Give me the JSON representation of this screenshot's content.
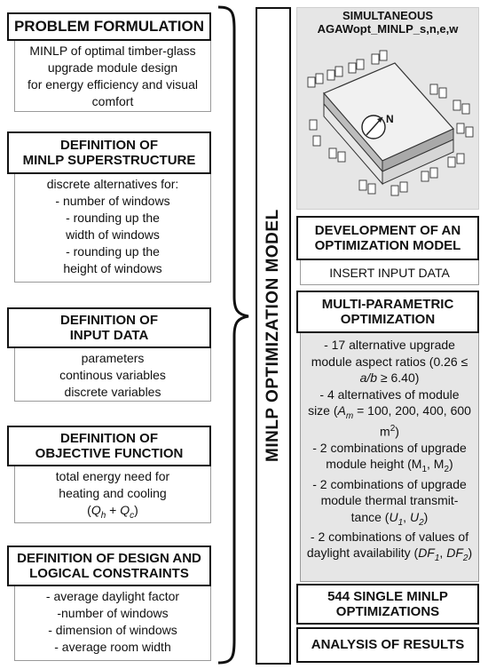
{
  "left_column": [
    {
      "title": "PROBLEM FORMULATION",
      "lines": [
        "MINLP of optimal timber-glass",
        "upgrade module design",
        "for energy efficiency and visual",
        "comfort"
      ]
    },
    {
      "title_lines": [
        "DEFINITION OF",
        "MINLP SUPERSTRUCTURE"
      ],
      "lines": [
        "discrete alternatives for:",
        "- number of windows",
        "- rounding up the",
        "width of windows",
        "- rounding up the",
        "height of windows"
      ]
    },
    {
      "title_lines": [
        "DEFINITION OF",
        "INPUT DATA"
      ],
      "lines": [
        "parameters",
        "continous variables",
        "discrete variables"
      ]
    },
    {
      "title_lines": [
        "DEFINITION OF",
        "OBJECTIVE FUNCTION"
      ],
      "lines": [
        "total energy need for",
        "heating and cooling"
      ],
      "formula": {
        "open": "(",
        "q1": "Q",
        "q1_sub": "h",
        "plus": " + ",
        "q2": "Q",
        "q2_sub": "c",
        "close": ")"
      }
    },
    {
      "title_lines": [
        "DEFINITION OF DESIGN AND",
        "LOGICAL CONSTRAINTS"
      ],
      "lines": [
        "- average daylight factor",
        "-number of windows",
        "- dimension of windows",
        "- average room width"
      ]
    }
  ],
  "middle_label": "MINLP OPTIMIZATION MODEL",
  "right_column": {
    "figure_title_lines": [
      "SIMULTANEOUS",
      "AGAWopt_MINLP_s,n,e,w"
    ],
    "compass_label": "N",
    "development_title_lines": [
      "DEVELOPMENT OF AN",
      "OPTIMIZATION MODEL"
    ],
    "insert_input": "INSERT INPUT DATA",
    "multi_title_lines": [
      "MULTI-PARAMETRIC",
      "OPTIMIZATION"
    ],
    "multi_items": {
      "i1_l1": "- 17 alternative upgrade",
      "i1_l2": "module aspect ratios (0.26 ≤",
      "i1_l3_pre": "",
      "i1_l3_var": "a/b",
      "i1_l3_post": " ≥ 6.40)",
      "i2_l1": "- 4 alternatives of module",
      "i2_l2_pre": "size (",
      "i2_l2_var": "A",
      "i2_l2_sub": "m",
      "i2_l2_post": " = 100, 200, 400, 600",
      "i2_l3_pre": "m",
      "i2_l3_sup": "2",
      "i2_l3_post": ")",
      "i3_l1": "- 2 combinations of upgrade",
      "i3_l2_pre": "module height (M",
      "i3_l2_s1": "1",
      "i3_l2_mid": ", M",
      "i3_l2_s2": "2",
      "i3_l2_post": ")",
      "i4_l1": "- 2 combinations of upgrade",
      "i4_l2": "module thermal transmit-",
      "i4_l3_pre": "tance (",
      "i4_l3_v1": "U",
      "i4_l3_s1": "1",
      "i4_l3_mid": ", ",
      "i4_l3_v2": "U",
      "i4_l3_s2": "2",
      "i4_l3_post": ")",
      "i5_l1": "- 2 combinations of values of",
      "i5_l2_pre": "daylight availability (",
      "i5_l2_v1": "DF",
      "i5_l2_s1": "1",
      "i5_l2_mid": ", ",
      "i5_l2_v2": "DF",
      "i5_l2_s2": "2",
      "i5_l2_post": ")"
    },
    "single_title_lines": [
      "544  SINGLE MINLP",
      "OPTIMIZATIONS"
    ],
    "analysis": "ANALYSIS OF RESULTS"
  }
}
